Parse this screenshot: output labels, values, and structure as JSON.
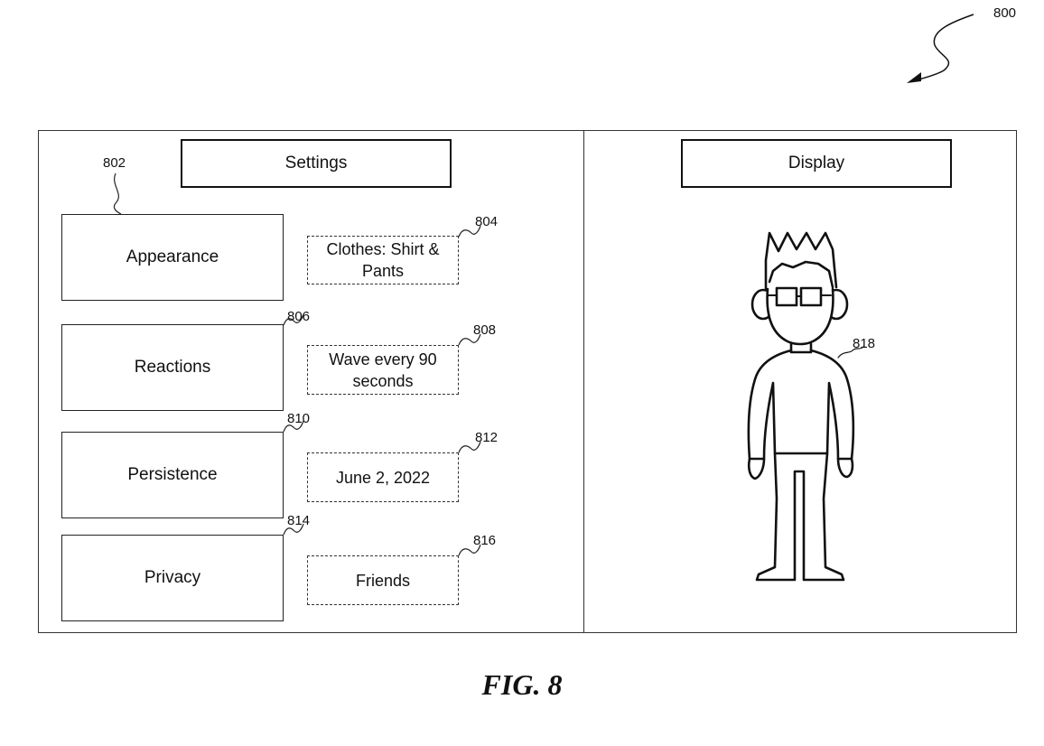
{
  "figure": {
    "reference_number": "800",
    "caption": "FIG. 8"
  },
  "settings_panel": {
    "title": "Settings",
    "group_reference": "802",
    "rows": [
      {
        "label": "Appearance",
        "label_ref": "802",
        "value": "Clothes: Shirt & Pants",
        "value_ref": "804"
      },
      {
        "label": "Reactions",
        "label_ref": "806",
        "value": "Wave every 90 seconds",
        "value_ref": "808"
      },
      {
        "label": "Persistence",
        "label_ref": "810",
        "value": "June 2, 2022",
        "value_ref": "812"
      },
      {
        "label": "Privacy",
        "label_ref": "814",
        "value": "Friends",
        "value_ref": "816"
      }
    ]
  },
  "display_panel": {
    "title": "Display",
    "avatar": {
      "reference": "818",
      "description": "avatar wearing shirt and pants with spiky hair and glasses"
    }
  }
}
